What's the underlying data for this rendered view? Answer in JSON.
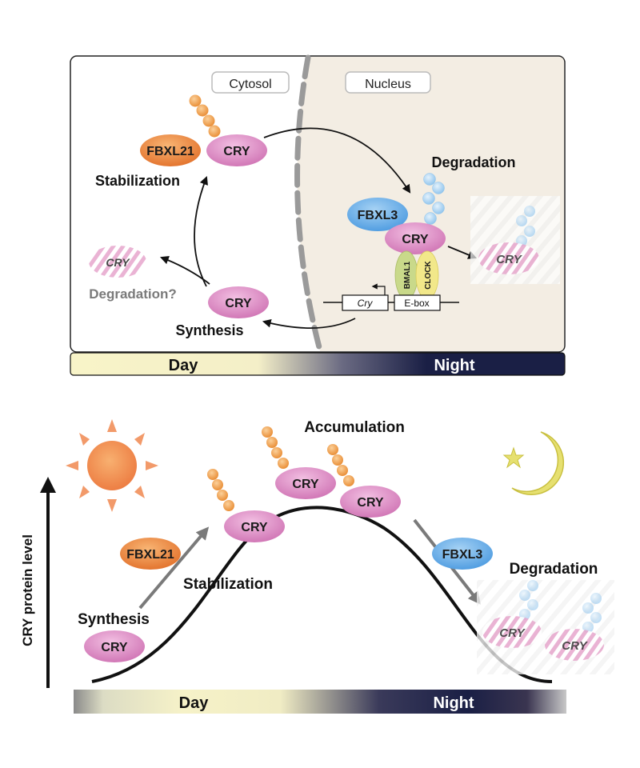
{
  "top_panel": {
    "cytosol_label": "Cytosol",
    "nucleus_label": "Nucleus",
    "fbxl21_label": "FBXL21",
    "cry_label": "CRY",
    "stabilization_label": "Stabilization",
    "degradation_label": "Degradation",
    "fbxl3_label": "FBXL3",
    "bmal1_label": "BMAL1",
    "clock_label": "CLOCK",
    "cry_gene_label": "Cry",
    "ebox_label": "E-box",
    "degradation_question_label": "Degradation?",
    "synthesis_label": "Synthesis",
    "day_label": "Day",
    "night_label": "Night"
  },
  "bottom_panel": {
    "accumulation_label": "Accumulation",
    "fbxl21_label": "FBXL21",
    "fbxl3_label": "FBXL3",
    "cry_label": "CRY",
    "stabilization_label": "Stabilization",
    "synthesis_label": "Synthesis",
    "degradation_label": "Degradation",
    "y_axis_label": "CRY protein level",
    "day_label": "Day",
    "night_label": "Night"
  },
  "colors": {
    "cry_fill": "#dd8fc6",
    "fbxl21_fill": "#ee8a3a",
    "fbxl3_fill": "#6ab0e6",
    "ubiquitin_orange": "#f0a04a",
    "ubiquitin_blue": "#a9d3f2",
    "nucleus_bg": "#f3ede3",
    "night_dark": "#1a1f45",
    "day_light": "#f8f4c8",
    "sun": "#f08a4a",
    "moon": "#e6e070"
  }
}
